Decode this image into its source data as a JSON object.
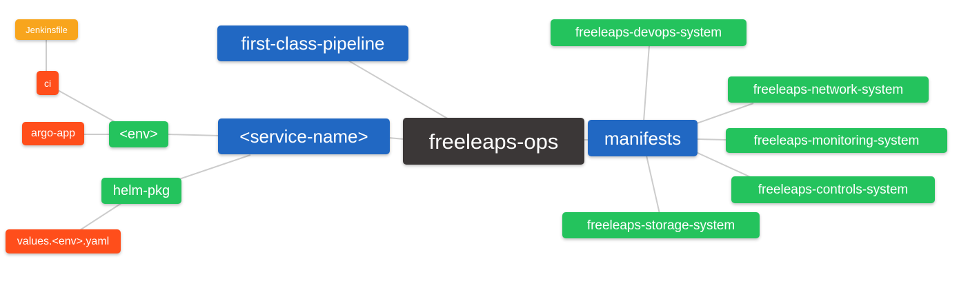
{
  "palette": {
    "blue": "#2168C3",
    "green": "#24C35D",
    "orange": "#F8A51D",
    "red": "#FF4E1B",
    "dark": "#3B3737",
    "edge": "#CCCCCC",
    "text": "#FFFFFF",
    "background": "#FFFFFF"
  },
  "nodes": {
    "freeleaps_ops": {
      "label": "freeleaps-ops"
    },
    "first_class_pipeline": {
      "label": "first-class-pipeline"
    },
    "service_name": {
      "label": "<service-name>"
    },
    "manifests": {
      "label": "manifests"
    },
    "env": {
      "label": "<env>"
    },
    "helm_pkg": {
      "label": "helm-pkg"
    },
    "jenkinsfile": {
      "label": "Jenkinsfile"
    },
    "ci": {
      "label": "ci"
    },
    "argo_app": {
      "label": "argo-app"
    },
    "values_env_yaml": {
      "label": "values.<env>.yaml"
    },
    "devops_system": {
      "label": "freeleaps-devops-system"
    },
    "network_system": {
      "label": "freeleaps-network-system"
    },
    "monitoring_system": {
      "label": "freeleaps-monitoring-system"
    },
    "controls_system": {
      "label": "freeleaps-controls-system"
    },
    "storage_system": {
      "label": "freeleaps-storage-system"
    }
  },
  "edges": [
    {
      "from": "Jenkinsfile",
      "to": "ci"
    },
    {
      "from": "ci",
      "to": "<env>"
    },
    {
      "from": "argo-app",
      "to": "<env>"
    },
    {
      "from": "<env>",
      "to": "<service-name>"
    },
    {
      "from": "<service-name>",
      "to": "helm-pkg"
    },
    {
      "from": "helm-pkg",
      "to": "values.<env>.yaml"
    },
    {
      "from": "<service-name>",
      "to": "freeleaps-ops"
    },
    {
      "from": "first-class-pipeline",
      "to": "freeleaps-ops"
    },
    {
      "from": "freeleaps-ops",
      "to": "manifests"
    },
    {
      "from": "manifests",
      "to": "freeleaps-devops-system"
    },
    {
      "from": "manifests",
      "to": "freeleaps-network-system"
    },
    {
      "from": "manifests",
      "to": "freeleaps-monitoring-system"
    },
    {
      "from": "manifests",
      "to": "freeleaps-controls-system"
    },
    {
      "from": "manifests",
      "to": "freeleaps-storage-system"
    }
  ]
}
